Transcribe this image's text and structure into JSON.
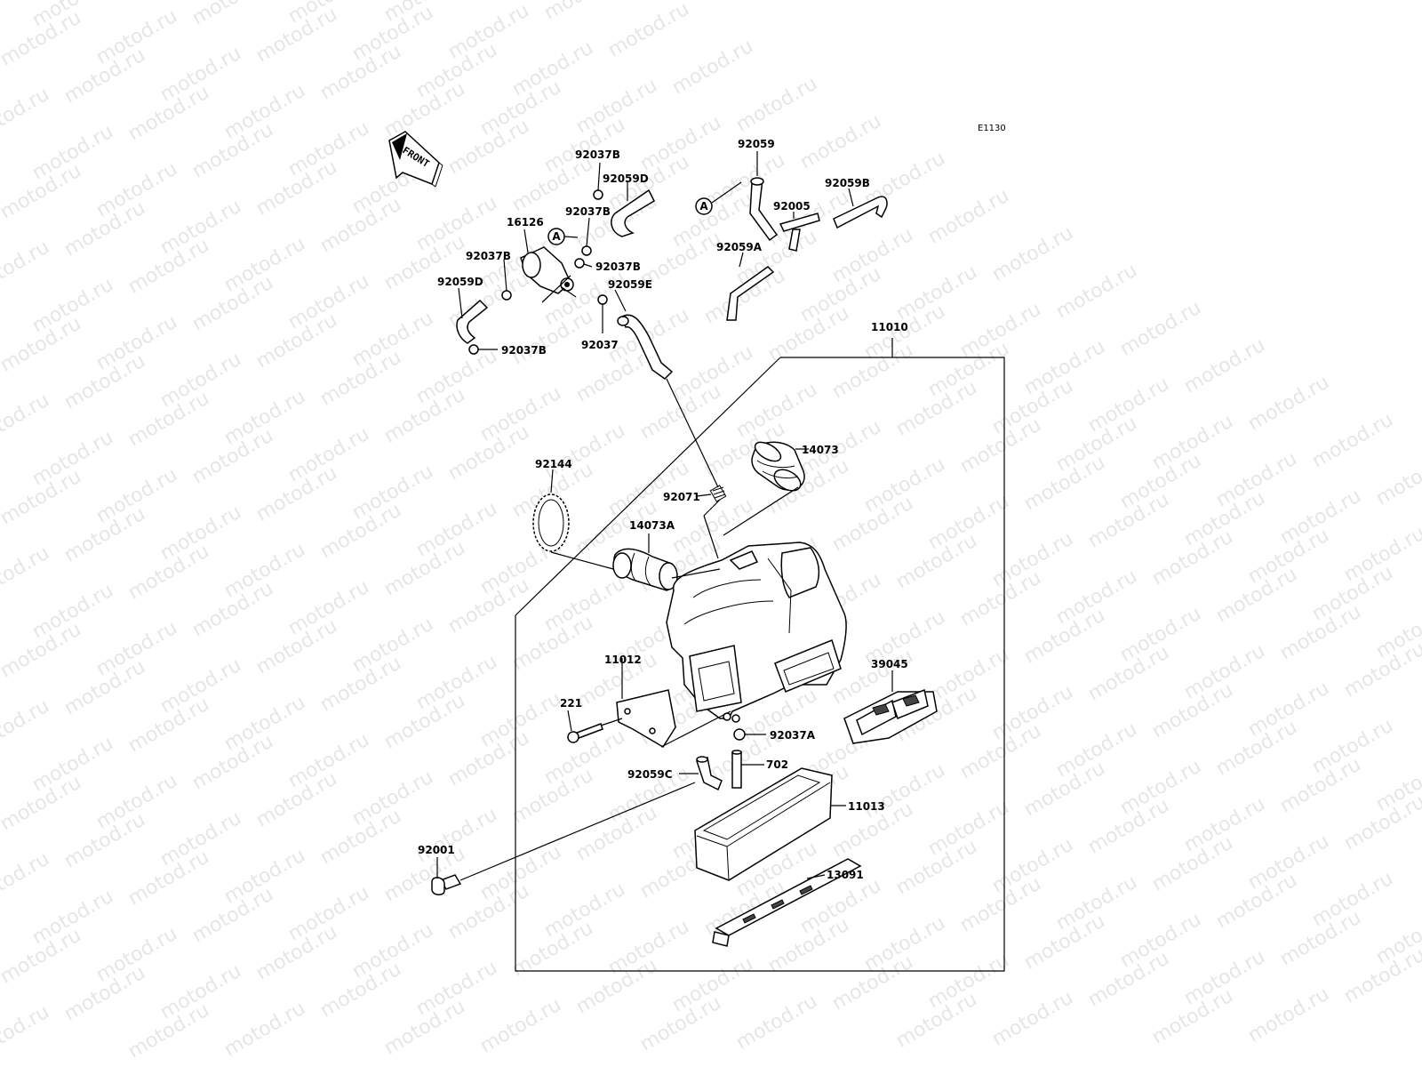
{
  "diagram": {
    "code": "E1130",
    "front_label": "FRONT",
    "marker_letter": "A",
    "watermark": "motod.ru",
    "parts": [
      {
        "id": "p92037B_1",
        "label": "92037B"
      },
      {
        "id": "p92059D_1",
        "label": "92059D"
      },
      {
        "id": "p92037B_2",
        "label": "92037B"
      },
      {
        "id": "p16126",
        "label": "16126"
      },
      {
        "id": "p92037B_3",
        "label": "92037B"
      },
      {
        "id": "p92037B_4",
        "label": "92037B"
      },
      {
        "id": "p92059D_2",
        "label": "92059D"
      },
      {
        "id": "p92059E",
        "label": "92059E"
      },
      {
        "id": "p92037",
        "label": "92037"
      },
      {
        "id": "p92037B_5",
        "label": "92037B"
      },
      {
        "id": "p92059",
        "label": "92059"
      },
      {
        "id": "p92005",
        "label": "92005"
      },
      {
        "id": "p92059B",
        "label": "92059B"
      },
      {
        "id": "p92059A",
        "label": "92059A"
      },
      {
        "id": "p11010",
        "label": "11010"
      },
      {
        "id": "p14073",
        "label": "14073"
      },
      {
        "id": "p92144",
        "label": "92144"
      },
      {
        "id": "p92071",
        "label": "92071"
      },
      {
        "id": "p14073A",
        "label": "14073A"
      },
      {
        "id": "p11012",
        "label": "11012"
      },
      {
        "id": "p221",
        "label": "221"
      },
      {
        "id": "p39045",
        "label": "39045"
      },
      {
        "id": "p92037A",
        "label": "92037A"
      },
      {
        "id": "p702",
        "label": "702"
      },
      {
        "id": "p92059C",
        "label": "92059C"
      },
      {
        "id": "p11013",
        "label": "11013"
      },
      {
        "id": "p92001",
        "label": "92001"
      },
      {
        "id": "p13091",
        "label": "13091"
      }
    ]
  }
}
